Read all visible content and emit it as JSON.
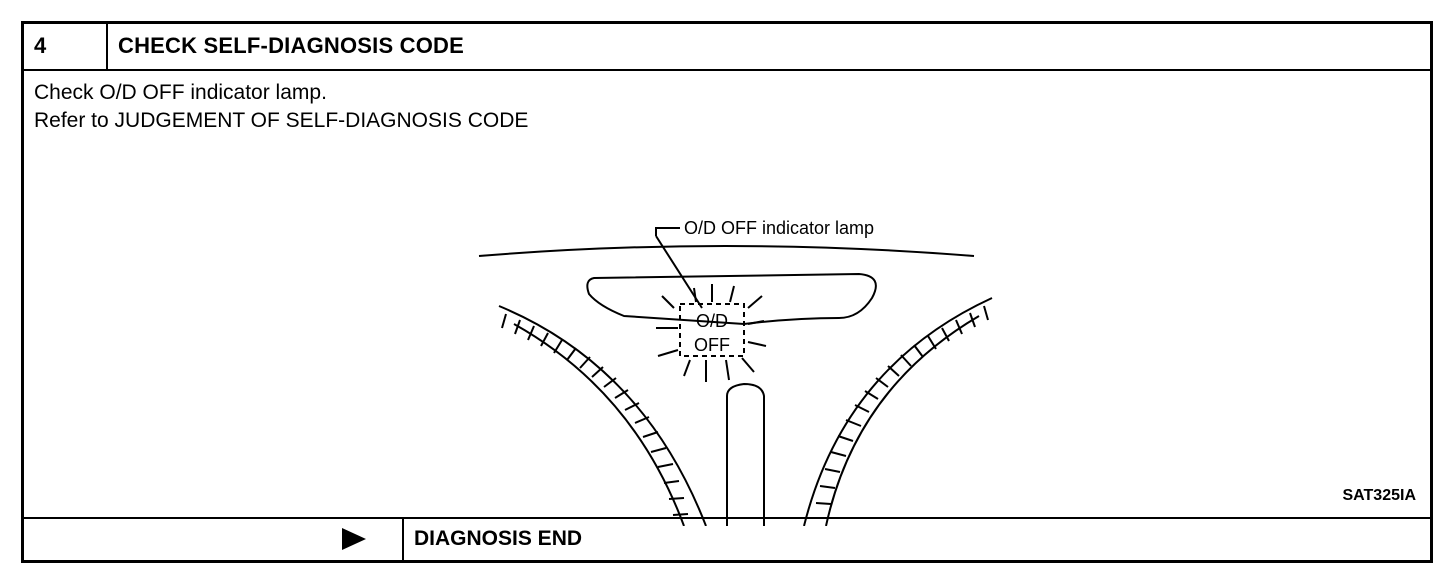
{
  "header": {
    "step_number": "4",
    "title": "CHECK SELF-DIAGNOSIS CODE"
  },
  "body": {
    "instructions": [
      "Check O/D OFF indicator lamp.",
      "Refer to JUDGEMENT OF SELF-DIAGNOSIS CODE"
    ],
    "figure": {
      "callout_label": "O/D OFF indicator lamp",
      "lamp_text_top": "O/D",
      "lamp_text_bottom": "OFF",
      "figure_code": "SAT325IA"
    }
  },
  "footer": {
    "arrow_icon": "right-triangle-icon",
    "result": "DIAGNOSIS END"
  }
}
